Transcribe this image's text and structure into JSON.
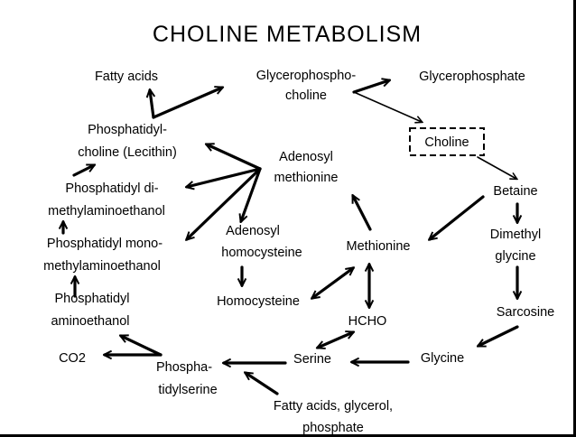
{
  "title": "CHOLINE METABOLISM",
  "nodes": {
    "fatty_acids": "Fatty acids",
    "glycerophosphocholine_1": "Glycerophospho-",
    "glycerophosphocholine_2": "choline",
    "glycerophosphate": "Glycerophosphate",
    "phosphatidylcholine_1": "Phosphatidyl-",
    "phosphatidylcholine_2": "choline (Lecithin)",
    "choline": "Choline",
    "adenosyl_methionine_1": "Adenosyl",
    "adenosyl_methionine_2": "methionine",
    "phosphatidyl_dimethyl_1": "Phosphatidyl di-",
    "phosphatidyl_dimethyl_2": "methylaminoethanol",
    "betaine": "Betaine",
    "adenosyl_homocysteine_1": "Adenosyl",
    "adenosyl_homocysteine_2": "homocysteine",
    "dimethyl_glycine_1": "Dimethyl",
    "dimethyl_glycine_2": "glycine",
    "phosphatidyl_monomethyl_1": "Phosphatidyl mono-",
    "phosphatidyl_monomethyl_2": "methylaminoethanol",
    "methionine": "Methionine",
    "phosphatidyl_aminoethanol_1": "Phosphatidyl",
    "phosphatidyl_aminoethanol_2": "aminoethanol",
    "homocysteine": "Homocysteine",
    "sarcosine": "Sarcosine",
    "hcho": "HCHO",
    "co2": "CO2",
    "serine": "Serine",
    "glycine": "Glycine",
    "phosphatidylserine_1": "Phospha-",
    "phosphatidylserine_2": "tidylserine",
    "fatty_acids_glycerol_1": "Fatty acids, glycerol,",
    "fatty_acids_glycerol_2": "phosphate"
  }
}
